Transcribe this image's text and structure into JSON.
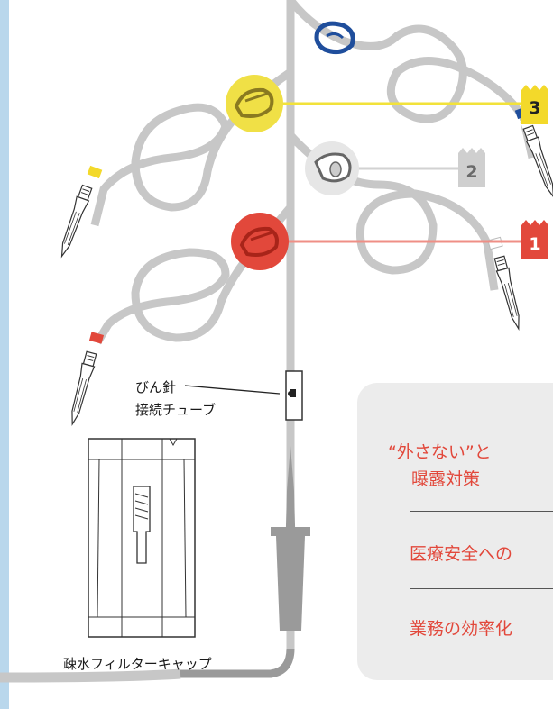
{
  "colors": {
    "tube": "#c7c7c7",
    "tube_dark": "#9a9a9a",
    "edge_strip": "#b9d7ec",
    "line_1": "#ef8f86",
    "line_2": "#d2d2d2",
    "line_3": "#f2e23a",
    "clamp_1": "#e2483b",
    "clamp_2": "#bdbdbd",
    "clamp_3": "#f0e046",
    "clamp_top": "#1f4e9c",
    "badge_1": "#e2483b",
    "badge_2": "#cfcfcf",
    "badge_3": "#f3d92a",
    "panel_bg": "#ececec",
    "benefit_text": "#e2483b"
  },
  "icons": {
    "roller_clamp": "roller-clamp-icon",
    "connector": "luer-connector-icon",
    "spike": "bottle-needle-icon",
    "filter_cap": "filter-cap-icon"
  },
  "badges": [
    "1",
    "2",
    "3"
  ],
  "labels": {
    "spike_connector": [
      "びん針",
      "接続チューブ"
    ],
    "filter_cap": "疎水フィルターキャップ"
  },
  "benefits": {
    "item1": [
      "“外さない”と",
      "曝露対策"
    ],
    "item2": "医療安全への",
    "item3": "業務の効率化"
  }
}
